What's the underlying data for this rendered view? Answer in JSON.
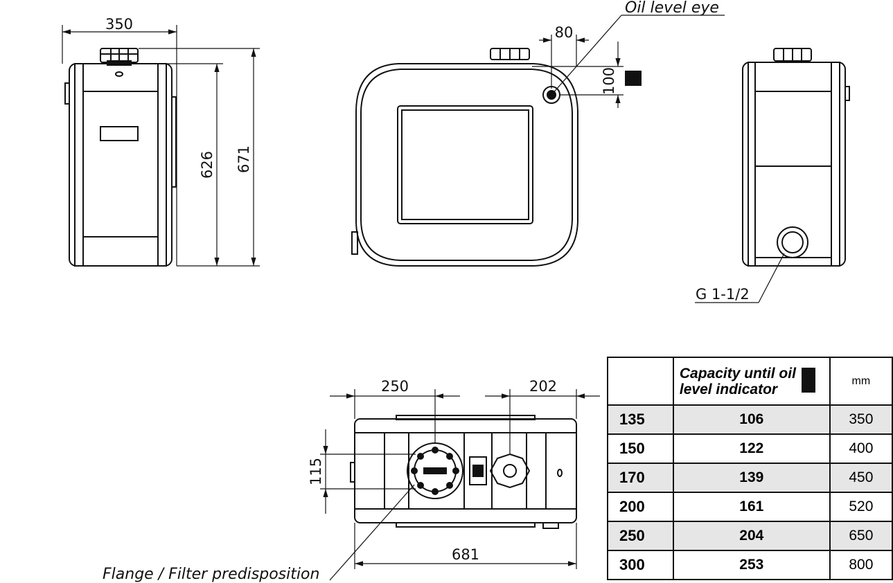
{
  "dimensions": {
    "side_width": "350",
    "side_height_inner": "626",
    "side_height_total": "671",
    "eye_offset_x": "80",
    "eye_offset_y": "100",
    "bottom_left": "250",
    "bottom_right": "202",
    "bottom_flange": "115",
    "bottom_length": "681"
  },
  "callouts": {
    "oil_level_eye": "Oil level eye",
    "thread": "G 1-1/2",
    "flange": "Flange / Filter predisposition"
  },
  "table": {
    "header_line1": "Capacity until oil",
    "header_line2": "level indicator",
    "unit": "mm",
    "rows": [
      {
        "capacity": "135",
        "until_indicator": "106",
        "mm": "350"
      },
      {
        "capacity": "150",
        "until_indicator": "122",
        "mm": "400"
      },
      {
        "capacity": "170",
        "until_indicator": "139",
        "mm": "450"
      },
      {
        "capacity": "200",
        "until_indicator": "161",
        "mm": "520"
      },
      {
        "capacity": "250",
        "until_indicator": "204",
        "mm": "650"
      },
      {
        "capacity": "300",
        "until_indicator": "253",
        "mm": "800"
      }
    ]
  }
}
